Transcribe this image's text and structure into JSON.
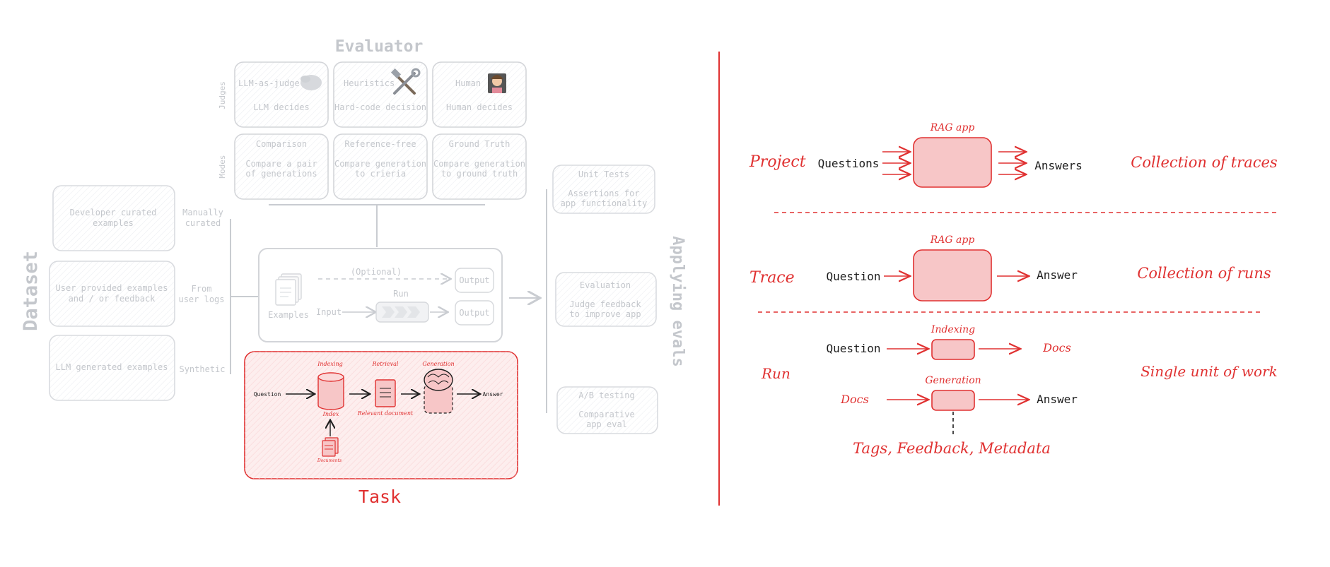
{
  "colors": {
    "gray": "#c9ccd1",
    "grayText": "#c4c7cc",
    "red": "#e03131",
    "redFill": "#f7c6c7",
    "redLight": "#fdecec",
    "black": "#1e1e1e"
  },
  "left": {
    "evaluator_title": "Evaluator",
    "row_judges": "Judges",
    "row_modes": "Modes",
    "judges": [
      {
        "title": "LLM-as-judge",
        "desc": "LLM decides",
        "icon": "brain-icon"
      },
      {
        "title": "Heuristics",
        "desc": "Hard-code decision",
        "icon": "tools-icon"
      },
      {
        "title": "Human",
        "desc": "Human decides",
        "icon": "human-icon"
      }
    ],
    "modes": [
      {
        "title": "Comparison",
        "desc1": "Compare a pair",
        "desc2": "of generations"
      },
      {
        "title": "Reference-free",
        "desc1": "Compare generation",
        "desc2": "to crieria"
      },
      {
        "title": "Ground Truth",
        "desc1": "Compare generation",
        "desc2": "to ground truth"
      }
    ],
    "dataset_title": "Dataset",
    "datasets": [
      {
        "box1": "Developer curated",
        "box2": "examples",
        "label1": "Manually",
        "label2": "curated"
      },
      {
        "box1": "User provided examples",
        "box2": "and / or feedback",
        "label1": "From",
        "label2": "user logs"
      },
      {
        "box1": "LLM generated examples",
        "box2": "",
        "label1": "Synthetic",
        "label2": ""
      }
    ],
    "pipeline": {
      "examples": "Examples",
      "optional": "(Optional)",
      "input": "Input",
      "run": "Run",
      "output1": "Output",
      "output2": "Output"
    },
    "applying_title": "Applying evals",
    "applying": [
      {
        "title": "Unit Tests",
        "desc1": "Assertions for",
        "desc2": "app functionality"
      },
      {
        "title": "Evaluation",
        "desc1": "Judge feedback",
        "desc2": "to improve app"
      },
      {
        "title": "A/B testing",
        "desc1": "Comparative",
        "desc2": "app eval"
      }
    ],
    "task": {
      "title": "Task",
      "question": "Question",
      "indexing": "Indexing",
      "index": "Index",
      "retrieval": "Retrieval",
      "relevant": "Relevant document",
      "generation": "Generation",
      "answer": "Answer",
      "documents": "Documents"
    }
  },
  "right": {
    "project": {
      "label": "Project",
      "input": "Questions",
      "box": "RAG app",
      "output": "Answers",
      "desc": "Collection of traces"
    },
    "trace": {
      "label": "Trace",
      "input": "Question",
      "box": "RAG app",
      "output": "Answer",
      "desc": "Collection of runs"
    },
    "run": {
      "label": "Run",
      "input1": "Question",
      "box1": "Indexing",
      "output1": "Docs",
      "input2": "Docs",
      "box2": "Generation",
      "output2": "Answer",
      "meta": "Tags, Feedback, Metadata",
      "desc": "Single unit of work"
    }
  }
}
